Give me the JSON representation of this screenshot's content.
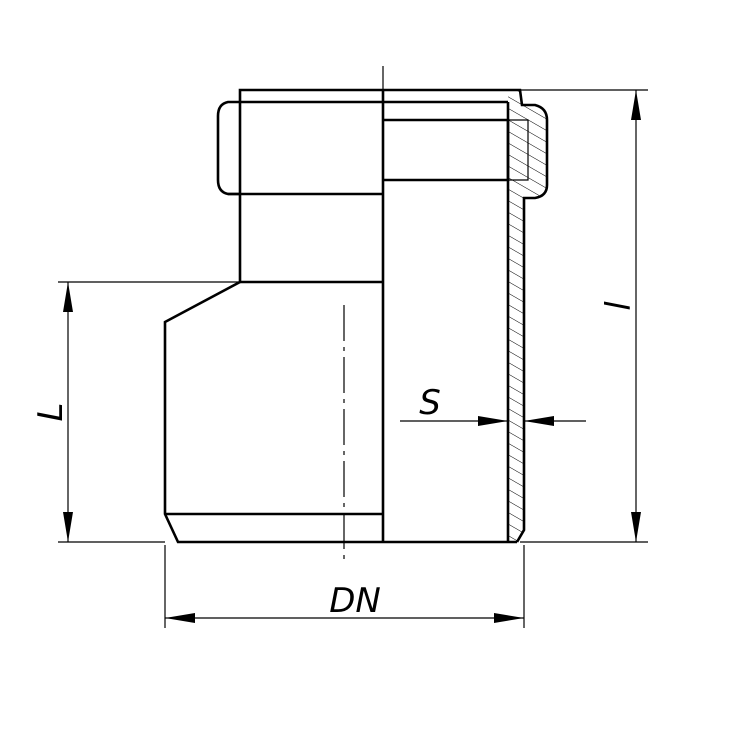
{
  "title": "",
  "dimensions": {
    "overall_length_label": "l",
    "socket_length_label": "L",
    "wall_thickness_label": "S",
    "nominal_diameter_label": "DN"
  },
  "colors": {
    "line": "#000000",
    "background": "#ffffff"
  }
}
